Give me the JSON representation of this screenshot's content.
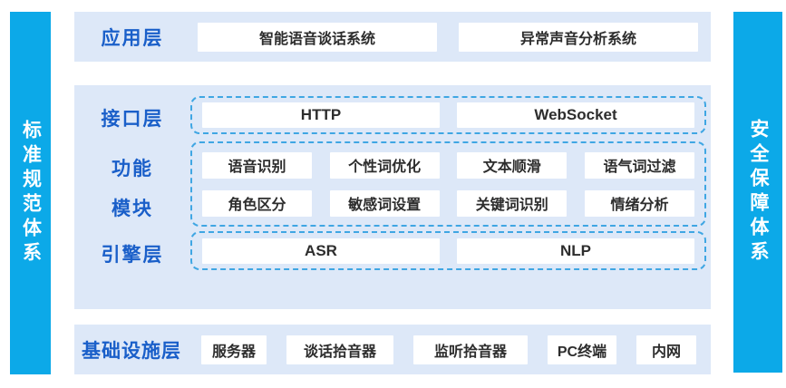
{
  "colors": {
    "sidebar_bg": "#0ca9e8",
    "panel_bg": "#dde8f8",
    "label_text": "#1a5fc9",
    "dashed_border": "#3fa6e3",
    "box_bg": "#ffffff",
    "box_text": "#2d2d2d"
  },
  "sidebar_left": {
    "text": "标准规范体系"
  },
  "sidebar_right": {
    "text": "安全保障体系"
  },
  "app_layer": {
    "label": "应用层",
    "items": [
      "智能语音谈话系统",
      "异常声音分析系统"
    ]
  },
  "interface_layer": {
    "label": "接口层",
    "items": [
      "HTTP",
      "WebSocket"
    ]
  },
  "function_module": {
    "label_line1": "功能",
    "label_line2": "模块",
    "row1": [
      "语音识别",
      "个性词优化",
      "文本顺滑",
      "语气词过滤"
    ],
    "row2": [
      "角色区分",
      "敏感词设置",
      "关键词识别",
      "情绪分析"
    ]
  },
  "engine_layer": {
    "label": "引擎层",
    "items": [
      "ASR",
      "NLP"
    ]
  },
  "infrastructure_layer": {
    "label": "基础设施层",
    "items": [
      "服务器",
      "谈话拾音器",
      "监听拾音器",
      "PC终端",
      "内网"
    ]
  }
}
